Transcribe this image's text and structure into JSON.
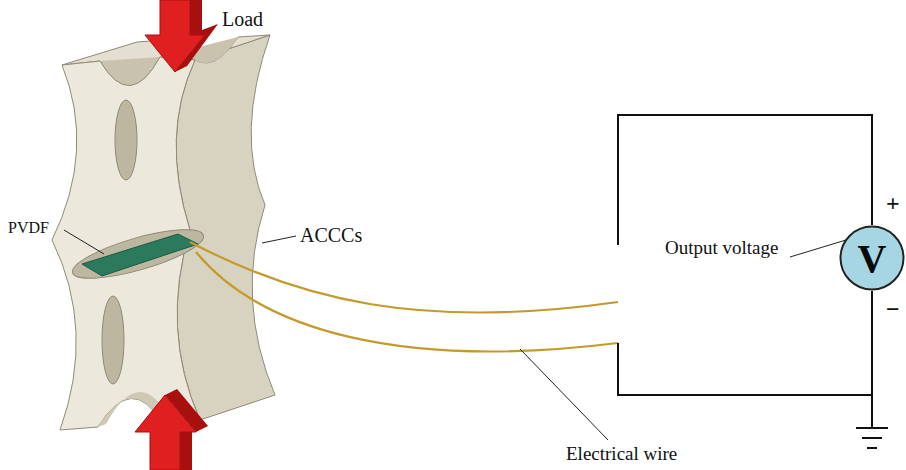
{
  "diagram": {
    "nodes": [
      {
        "text": [
          "V"
        ]
      }
    ],
    "labels": [
      "Load",
      "PVDF",
      "ACCCs",
      "Output voltage",
      "+",
      "−",
      "Electrical wire"
    ]
  }
}
